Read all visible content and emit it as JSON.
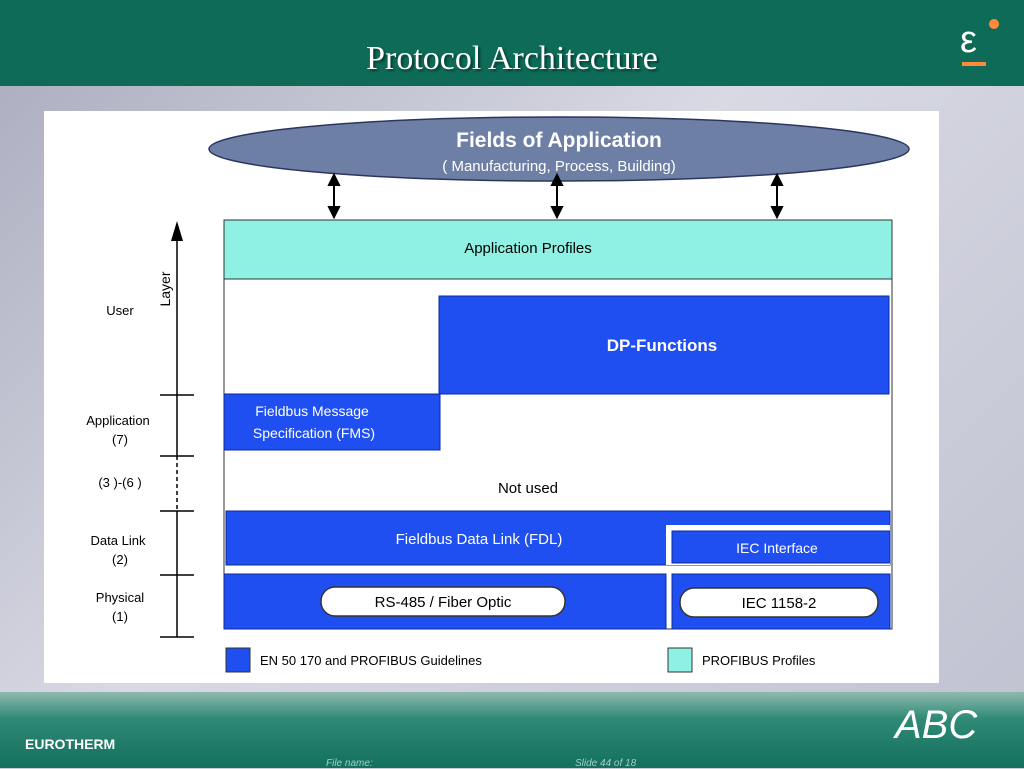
{
  "slide": {
    "title": "Protocol Architecture",
    "brand": "EUROTHERM",
    "file_name_label": "File name:",
    "slide_number": "Slide 44 of 18"
  },
  "diagram": {
    "fields_title": "Fields of Application",
    "fields_subtitle": "( Manufacturing, Process, Building)",
    "axis_label": "Layer",
    "layers": [
      {
        "name": "User",
        "number": ""
      },
      {
        "name": "Application",
        "number": "(7)"
      },
      {
        "name": "(3 )-(6 )",
        "number": ""
      },
      {
        "name": "Data Link",
        "number": "(2)"
      },
      {
        "name": "Physical",
        "number": "(1)"
      }
    ],
    "boxes": {
      "application_profiles": "Application Profiles",
      "dp_functions": "DP-Functions",
      "fms_line1": "Fieldbus Message",
      "fms_line2": "Specification (FMS)",
      "not_used": "Not used",
      "fdl": "Fieldbus Data Link (FDL)",
      "iec_interface": "IEC Interface",
      "rs485": "RS-485 / Fiber Optic",
      "iec1158": "IEC 1158-2"
    },
    "legend": {
      "blue_label": "EN 50 170 and PROFIBUS Guidelines",
      "cyan_label": "PROFIBUS Profiles"
    },
    "colors": {
      "blue": "#1f4ff0",
      "cyan": "#8ff0e4",
      "ellipse": "#6e7fa6",
      "header": "#0d6b57"
    }
  }
}
